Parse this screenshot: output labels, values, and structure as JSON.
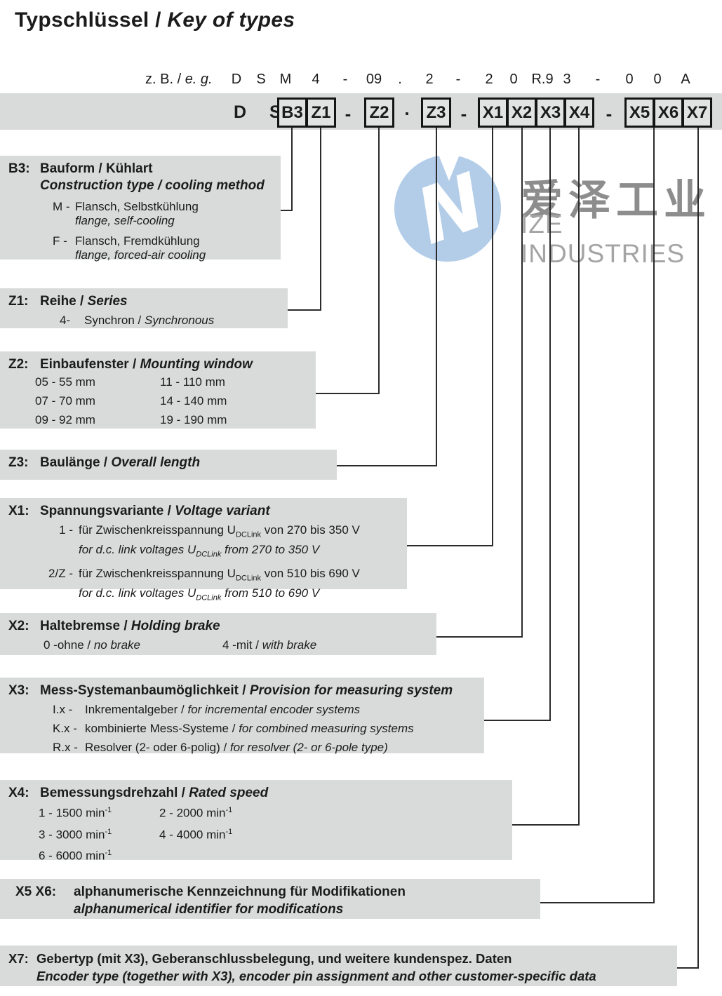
{
  "page_title": {
    "de": "Typschlüssel / ",
    "en": "Key of types"
  },
  "example_row": {
    "label_de": "z. B. / ",
    "label_en": "e. g.",
    "tokens": [
      "D",
      "S",
      "M",
      "4",
      "-",
      "09",
      ".",
      "2",
      "-",
      "2",
      "0",
      "R.9",
      "3",
      "-",
      "0",
      "0",
      "A"
    ]
  },
  "code_row": {
    "prefix": "D S",
    "boxes": [
      "B3",
      "Z1",
      "Z2",
      "Z3",
      "X1",
      "X2",
      "X3",
      "X4",
      "X5",
      "X6",
      "X7"
    ],
    "separators": [
      "-",
      ".",
      "-",
      "-"
    ]
  },
  "blocks": {
    "b3": {
      "label": "B3:",
      "title_de": "Bauform / Kühlart",
      "title_en": "Construction type / cooling method",
      "entries": [
        {
          "code": "M -",
          "de": "Flansch, Selbstkühlung",
          "en": "flange, self-cooling"
        },
        {
          "code": "F -",
          "de": "Flansch, Fremdkühlung",
          "en": "flange, forced-air cooling"
        }
      ]
    },
    "z1": {
      "label": "Z1:",
      "title_de": "Reihe / ",
      "title_en": "Series",
      "entry_code": "4-",
      "entry_de": "Synchron / ",
      "entry_en": "Synchronous"
    },
    "z2": {
      "label": "Z2:",
      "title_de": "Einbaufenster / ",
      "title_en": "Mounting window",
      "col1": [
        "05 - 55 mm",
        "07 - 70 mm",
        "09 - 92 mm"
      ],
      "col2": [
        "11 - 110 mm",
        "14 - 140 mm",
        "19 - 190 mm"
      ]
    },
    "z3": {
      "label": "Z3:",
      "title_de": "Baulänge / ",
      "title_en": "Overall length"
    },
    "x1": {
      "label": "X1:",
      "title_de": "Spannungsvariante / ",
      "title_en": "Voltage variant",
      "entries": [
        {
          "code": "1 -",
          "de_pre": "für Zwischenkreisspannung U",
          "de_sub": "DCLink",
          "de_post": " von 270 bis 350 V",
          "en_pre": "for d.c. link voltages U",
          "en_sub": "DCLink",
          "en_post": " from 270 to 350 V"
        },
        {
          "code": "2/Z -",
          "de_pre": "für Zwischenkreisspannung U",
          "de_sub": "DCLink",
          "de_post": " von 510 bis 690 V",
          "en_pre": "for d.c. link voltages U",
          "en_sub": "DCLink",
          "en_post": " from 510 to 690 V"
        }
      ]
    },
    "x2": {
      "label": "X2:",
      "title_de": "Haltebremse / ",
      "title_en": "Holding brake",
      "entries": [
        {
          "code": "0 - ",
          "de": "ohne / ",
          "en": "no brake"
        },
        {
          "code": "4 - ",
          "de": "mit / ",
          "en": "with brake"
        }
      ]
    },
    "x3": {
      "label": "X3:",
      "title_de": "Mess-Systemanbaumöglichkeit / ",
      "title_en": "Provision for measuring system",
      "entries": [
        {
          "code": "I.x -",
          "de": "Inkrementalgeber  / ",
          "en": "for incremental encoder systems"
        },
        {
          "code": "K.x -",
          "de": "kombinierte Mess-Systeme / ",
          "en": "for combined measuring systems"
        },
        {
          "code": "R.x -",
          "de": "Resolver (2- oder 6-polig) / ",
          "en": "for resolver (2- or 6-pole type)"
        }
      ]
    },
    "x4": {
      "label": "X4:",
      "title_de": "Bemessungsdrehzahl / ",
      "title_en": "Rated speed",
      "col1": [
        {
          "code": "1 - ",
          "value": "1500 min",
          "sup": "-1"
        },
        {
          "code": "3 - ",
          "value": "3000 min",
          "sup": "-1"
        },
        {
          "code": "6 - ",
          "value": "6000 min",
          "sup": "-1"
        }
      ],
      "col2": [
        {
          "code": "2 - ",
          "value": "2000 min",
          "sup": "-1"
        },
        {
          "code": "4 - ",
          "value": "4000 min",
          "sup": "-1"
        }
      ]
    },
    "x5x6": {
      "label": "X5 X6:",
      "de": "alphanumerische Kennzeichnung für Modifikationen",
      "en": "alphanumerical identifier for modifications"
    },
    "x7": {
      "label": "X7:",
      "de": "Gebertyp (mit X3), Geberanschlussbelegung, und weitere kundenspez. Daten",
      "en": "Encoder type  (together with  X3), encoder pin assignment and other customer-specific data"
    }
  },
  "watermark": {
    "cn": "爱泽工业",
    "en": "IZE INDUSTRIES"
  },
  "colors": {
    "block_bg": "#d9dbdb",
    "box_bg": "#e1e3e3",
    "line": "#2b2b2b",
    "logo_blue": "#b3cde9",
    "watermark_gray": "#8d8d8d"
  }
}
